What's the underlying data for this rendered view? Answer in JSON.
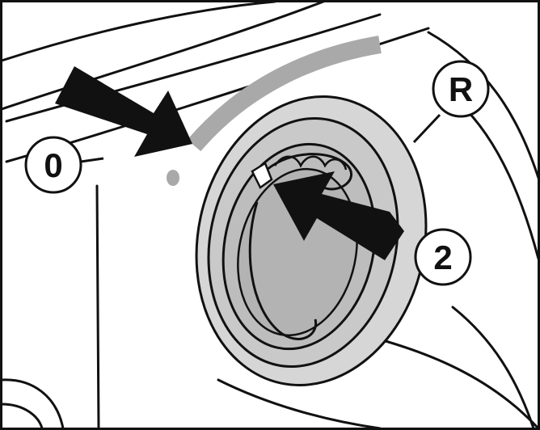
{
  "callouts": {
    "zero": "0",
    "reset": "R",
    "two": "2"
  },
  "icons": {
    "arrow_left": "arrow-icon",
    "arrow_right": "arrow-icon",
    "reset_knob": "knob-icon"
  },
  "colors": {
    "ink": "#111111",
    "face_gray": "#c9c9c9",
    "inner_gray": "#b3b3b3",
    "arc_gray": "#a9a9a9",
    "background": "#ffffff"
  }
}
